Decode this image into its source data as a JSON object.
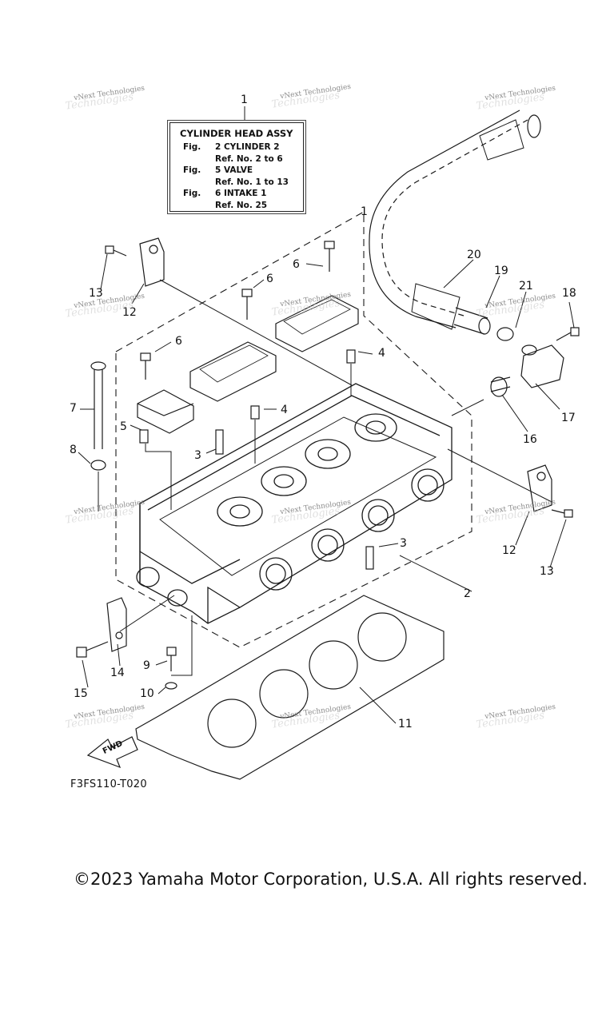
{
  "reference_box": {
    "number": "1",
    "title": "CYLINDER HEAD ASSY",
    "rows": [
      {
        "fig": "Fig.",
        "name": "2 CYLINDER 2",
        "ref": "Ref. No. 2 to 6"
      },
      {
        "fig": "Fig.",
        "name": "5 VALVE",
        "ref": "Ref. No. 1 to 13"
      },
      {
        "fig": "Fig.",
        "name": "6 INTAKE 1",
        "ref": "Ref. No. 25"
      }
    ]
  },
  "callouts": {
    "c1": "1",
    "c1b": "1",
    "c2": "2",
    "c3a": "3",
    "c3b": "3",
    "c4a": "4",
    "c4b": "4",
    "c5": "5",
    "c6a": "6",
    "c6b": "6",
    "c6c": "6",
    "c7": "7",
    "c8": "8",
    "c9": "9",
    "c10": "10",
    "c11": "11",
    "c12a": "12",
    "c12b": "12",
    "c13a": "13",
    "c13b": "13",
    "c14": "14",
    "c15": "15",
    "c16": "16",
    "c17": "17",
    "c18": "18",
    "c19": "19",
    "c20": "20",
    "c21": "21"
  },
  "fwd_label": "FWD",
  "diagram_code": "F3FS110-T020",
  "watermark": {
    "text": "vNext Technologies",
    "ghost": "Technologies"
  },
  "copyright": "©2023 Yamaha Motor Corporation, U.S.A. All rights reserved."
}
